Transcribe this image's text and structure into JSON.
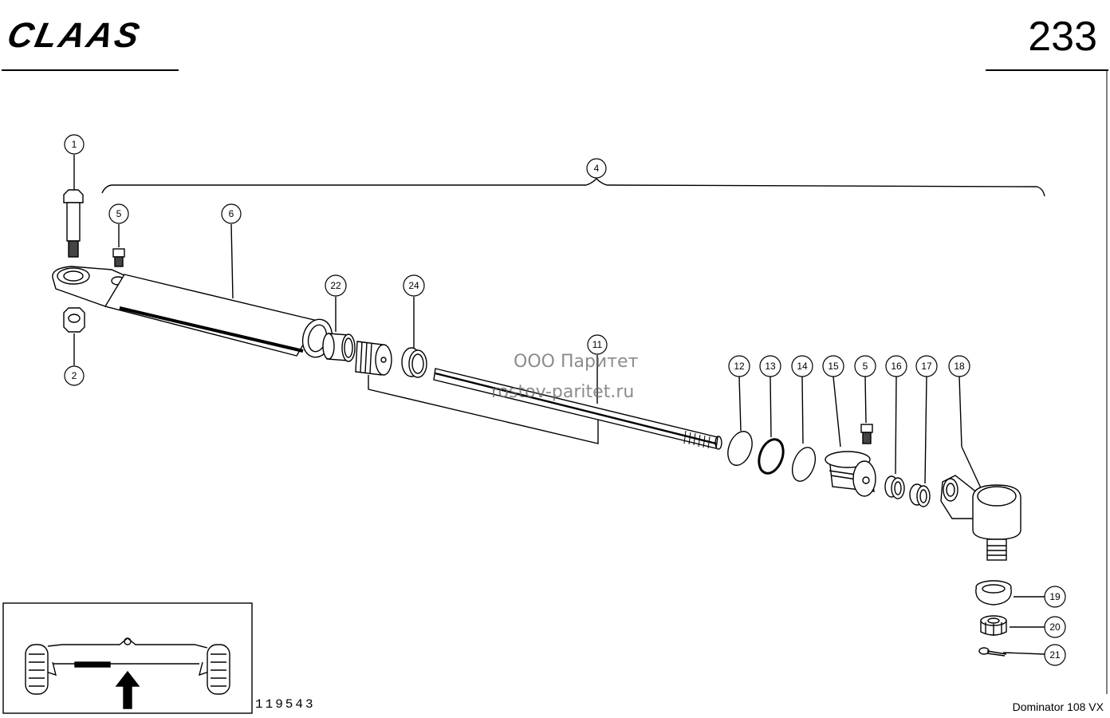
{
  "header": {
    "brand": "CLAAS",
    "page_number": "233"
  },
  "footer": {
    "drawing_number": "119543",
    "model": "Dominator 108 VX"
  },
  "watermark": {
    "line1": "ООО Паритет",
    "line2": "rostov-paritet.ru"
  },
  "callouts": [
    "1",
    "2",
    "4",
    "5",
    "6",
    "22",
    "24",
    "11",
    "12",
    "13",
    "14",
    "15",
    "5",
    "16",
    "17",
    "18",
    "19",
    "20",
    "21"
  ]
}
